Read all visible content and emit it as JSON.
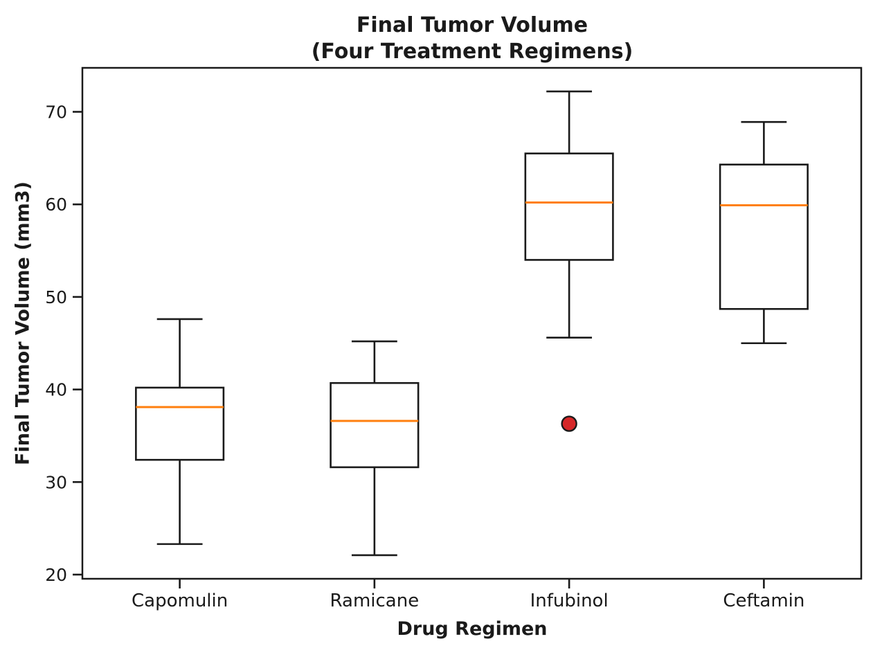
{
  "chart_data": {
    "type": "boxplot",
    "title": "Final Tumor Volume\n(Four Treatment Regimens)",
    "xlabel": "Drug Regimen",
    "ylabel": "Final Tumor Volume (mm3)",
    "categories": [
      "Capomulin",
      "Ramicane",
      "Infubinol",
      "Ceftamin"
    ],
    "series": [
      {
        "name": "Capomulin",
        "whislo": 23.3,
        "q1": 32.4,
        "med": 38.1,
        "q3": 40.2,
        "whishi": 47.6,
        "outliers": []
      },
      {
        "name": "Ramicane",
        "whislo": 22.1,
        "q1": 31.6,
        "med": 36.6,
        "q3": 40.7,
        "whishi": 45.2,
        "outliers": []
      },
      {
        "name": "Infubinol",
        "whislo": 45.6,
        "q1": 54.0,
        "med": 60.2,
        "q3": 65.5,
        "whishi": 72.2,
        "outliers": [
          36.3
        ]
      },
      {
        "name": "Ceftamin",
        "whislo": 45.0,
        "q1": 48.7,
        "med": 59.9,
        "q3": 64.3,
        "whishi": 68.9,
        "outliers": []
      }
    ],
    "yticks": [
      20,
      30,
      40,
      50,
      60,
      70
    ],
    "ylim": [
      19.55,
      74.75
    ],
    "xlim": [
      0.5,
      4.5
    ],
    "grid": false,
    "legend": "none",
    "box_width_fraction": 0.45,
    "cap_width_fraction": 0.52,
    "colors": {
      "line": "#1a1a1a",
      "median": "#ff7f0e",
      "outlier_fill": "#d62728",
      "outlier_edge": "#1a1a1a",
      "background": "#ffffff"
    }
  }
}
